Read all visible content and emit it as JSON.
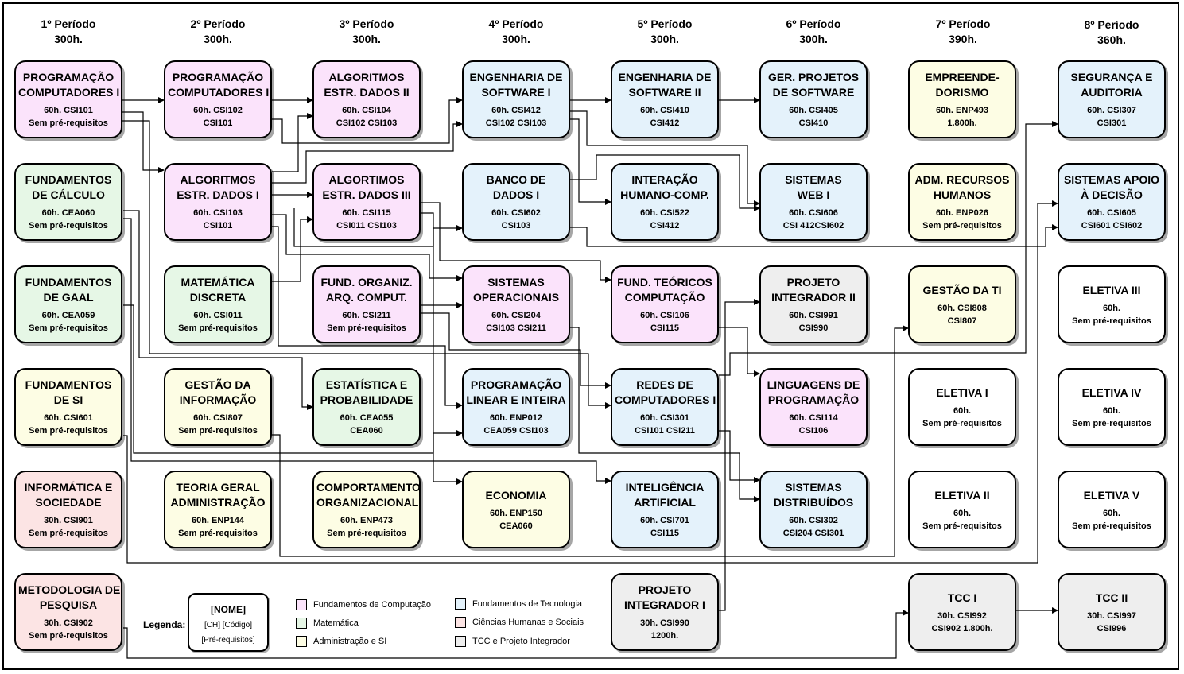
{
  "colors": {
    "comp": "#fbe3fb",
    "mat": "#e6f7e6",
    "adm": "#fdfde4",
    "tec": "#e4f2fb",
    "hum": "#fce4e4",
    "tcc": "#eeeeee",
    "ele": "#ffffff"
  },
  "periods": [
    {
      "label": "1º Período",
      "hours": "300h."
    },
    {
      "label": "2º Período",
      "hours": "300h."
    },
    {
      "label": "3º Período",
      "hours": "300h."
    },
    {
      "label": "4º Período",
      "hours": "300h."
    },
    {
      "label": "5º Período",
      "hours": "300h."
    },
    {
      "label": "6º Período",
      "hours": "300h."
    },
    {
      "label": "7º Período",
      "hours": "390h."
    },
    {
      "label": "8º Período",
      "hours": "360h."
    }
  ],
  "courses": {
    "prog1": {
      "name1": "PROGRAMAÇÃO",
      "name2": "COMPUTADORES I",
      "info1": "60h. CSI101",
      "info2": "Sem pré-requisitos",
      "cat": "comp"
    },
    "fcalc": {
      "name1": "FUNDAMENTOS",
      "name2": "DE CÁLCULO",
      "info1": "60h. CEA060",
      "info2": "Sem pré-requisitos",
      "cat": "mat"
    },
    "fgaal": {
      "name1": "FUNDAMENTOS",
      "name2": "DE GAAL",
      "info1": "60h. CEA059",
      "info2": "Sem pré-requisitos",
      "cat": "mat"
    },
    "fsi": {
      "name1": "FUNDAMENTOS",
      "name2": "DE SI",
      "info1": "60h. CSI601",
      "info2": "Sem pré-requisitos",
      "cat": "adm"
    },
    "infsoc": {
      "name1": "INFORMÁTICA E",
      "name2": "SOCIEDADE",
      "info1": "30h. CSI901",
      "info2": "Sem pré-requisitos",
      "cat": "hum"
    },
    "metpesq": {
      "name1": "METODOLOGIA DE",
      "name2": "PESQUISA",
      "info1": "30h. CSI902",
      "info2": "Sem pré-requisitos",
      "cat": "hum"
    },
    "prog2": {
      "name1": "PROGRAMAÇÃO",
      "name2": "COMPUTADORES II",
      "info1": "60h. CSI102",
      "info2": "CSI101",
      "cat": "comp"
    },
    "aed1": {
      "name1": "ALGORITMOS",
      "name2": "ESTR. DADOS I",
      "info1": "60h. CSI103",
      "info2": "CSI101",
      "cat": "comp"
    },
    "matdisc": {
      "name1": "MATEMÁTICA",
      "name2": "DISCRETA",
      "info1": "60h. CSI011",
      "info2": "Sem pré-requisitos",
      "cat": "mat"
    },
    "gestinf": {
      "name1": "GESTÃO DA",
      "name2": "INFORMAÇÃO",
      "info1": "60h. CSI807",
      "info2": "Sem pré-requisitos",
      "cat": "adm"
    },
    "tga": {
      "name1": "TEORIA GERAL",
      "name2": "ADMINISTRAÇÃO",
      "info1": "60h. ENP144",
      "info2": "Sem pré-requisitos",
      "cat": "adm"
    },
    "aed2": {
      "name1": "ALGORITMOS",
      "name2": "ESTR. DADOS II",
      "info1": "60h. CSI104",
      "info2": "CSI102 CSI103",
      "cat": "comp"
    },
    "aed3": {
      "name1": "ALGORTIMOS",
      "name2": "ESTR. DADOS III",
      "info1": "60h. CSI115",
      "info2": "CSI011 CSI103",
      "cat": "comp"
    },
    "foac": {
      "name1": "FUND. ORGANIZ.",
      "name2": "ARQ. COMPUT.",
      "info1": "60h. CSI211",
      "info2": "Sem pré-requisitos",
      "cat": "comp"
    },
    "estprob": {
      "name1": "ESTATÍSTICA E",
      "name2": "PROBABILIDADE",
      "info1": "60h. CEA055",
      "info2": "CEA060",
      "cat": "mat"
    },
    "comporg": {
      "name1": "COMPORTAMENTO",
      "name2": "ORGANIZACIONAL",
      "info1": "60h. ENP473",
      "info2": "Sem pré-requisitos",
      "cat": "adm"
    },
    "engsw1": {
      "name1": "ENGENHARIA DE",
      "name2": "SOFTWARE I",
      "info1": "60h. CSI412",
      "info2": "CSI102 CSI103",
      "cat": "tec"
    },
    "bd1": {
      "name1": "BANCO DE",
      "name2": "DADOS I",
      "info1": "60h. CSI602",
      "info2": "CSI103",
      "cat": "tec"
    },
    "so": {
      "name1": "SISTEMAS",
      "name2": "OPERACIONAIS",
      "info1": "60h. CSI204",
      "info2": "CSI103 CSI211",
      "cat": "comp"
    },
    "pli": {
      "name1": "PROGRAMAÇÃO",
      "name2": "LINEAR E INTEIRA",
      "info1": "60h. ENP012",
      "info2": "CEA059 CSI103",
      "cat": "tec"
    },
    "econ": {
      "name1": "ECONOMIA",
      "name2": "",
      "info1": "60h. ENP150",
      "info2": "CEA060",
      "cat": "adm"
    },
    "engsw2": {
      "name1": "ENGENHARIA DE",
      "name2": "SOFTWARE II",
      "info1": "60h. CSI410",
      "info2": "CSI412",
      "cat": "tec"
    },
    "ihc": {
      "name1": "INTERAÇÃO",
      "name2": "HUMANO-COMP.",
      "info1": "60h. CSI522",
      "info2": "CSI412",
      "cat": "tec"
    },
    "ftc": {
      "name1": "FUND. TEÓRICOS",
      "name2": "COMPUTAÇÃO",
      "info1": "60h. CSI106",
      "info2": "CSI115",
      "cat": "comp"
    },
    "redes": {
      "name1": "REDES DE",
      "name2": "COMPUTADORES I",
      "info1": "60h. CSI301",
      "info2": "CSI101 CSI211",
      "cat": "tec"
    },
    "ia": {
      "name1": "INTELIGÊNCIA",
      "name2": "ARTIFICIAL",
      "info1": "60h. CSI701",
      "info2": "CSI115",
      "cat": "tec"
    },
    "pi1": {
      "name1": "PROJETO",
      "name2": "INTEGRADOR I",
      "info1": "30h. CSI990",
      "info2": "1200h.",
      "cat": "tcc"
    },
    "gps": {
      "name1": "GER. PROJETOS",
      "name2": "DE SOFTWARE",
      "info1": "60h. CSI405",
      "info2": "CSI410",
      "cat": "tec"
    },
    "web1": {
      "name1": "SISTEMAS",
      "name2": "WEB I",
      "info1": "60h. CSI606",
      "info2": "CSI 412CSI602",
      "cat": "tec"
    },
    "pi2": {
      "name1": "PROJETO",
      "name2": "INTEGRADOR II",
      "info1": "60h. CSI991",
      "info2": "CSI990",
      "cat": "tcc"
    },
    "lp": {
      "name1": "LINGUAGENS DE",
      "name2": "PROGRAMAÇÃO",
      "info1": "60h. CSI114",
      "info2": "CSI106",
      "cat": "comp"
    },
    "sd": {
      "name1": "SISTEMAS",
      "name2": "DISTRIBUÍDOS",
      "info1": "60h. CSI302",
      "info2": "CSI204 CSI301",
      "cat": "tec"
    },
    "empre": {
      "name1": "EMPREENDE-",
      "name2": "DORISMO",
      "info1": "60h. ENP493",
      "info2": "1.800h.",
      "cat": "adm"
    },
    "adm": {
      "name1": "ADM. RECURSOS",
      "name2": "HUMANOS",
      "info1": "60h. ENP026",
      "info2": "Sem pré-requisitos",
      "cat": "adm"
    },
    "gti": {
      "name1": "GESTÃO DA TI",
      "name2": "",
      "info1": "60h. CSI808",
      "info2": "CSI807",
      "cat": "adm"
    },
    "elet1": {
      "name1": "ELETIVA I",
      "name2": "",
      "info1": "60h.",
      "info2": "Sem pré-requisitos",
      "cat": "ele"
    },
    "elet2": {
      "name1": "ELETIVA II",
      "name2": "",
      "info1": "60h.",
      "info2": "Sem pré-requisitos",
      "cat": "ele"
    },
    "tcc1": {
      "name1": "TCC I",
      "name2": "",
      "info1": "30h. CSI992",
      "info2": "CSI902 1.800h.",
      "cat": "tcc"
    },
    "seg": {
      "name1": "SEGURANÇA E",
      "name2": "AUDITORIA",
      "info1": "60h. CSI307",
      "info2": "CSI301",
      "cat": "tec"
    },
    "sad": {
      "name1": "SISTEMAS APOIO",
      "name2": "À DECISÃO",
      "info1": "60h. CSI605",
      "info2": "CSI601 CSI602",
      "cat": "tec"
    },
    "elet3": {
      "name1": "ELETIVA III",
      "name2": "",
      "info1": "60h.",
      "info2": "Sem pré-requisitos",
      "cat": "ele"
    },
    "elet4": {
      "name1": "ELETIVA IV",
      "name2": "",
      "info1": "60h.",
      "info2": "Sem pré-requisitos",
      "cat": "ele"
    },
    "elet5": {
      "name1": "ELETIVA V",
      "name2": "",
      "info1": "60h.",
      "info2": "Sem pré-requisitos",
      "cat": "ele"
    },
    "tcc2": {
      "name1": "TCC II",
      "name2": "",
      "info1": "30h. CSI997",
      "info2": "CSI996",
      "cat": "tcc"
    }
  },
  "legend": {
    "title": "Legenda:",
    "box_name": "[NOME]",
    "box_line1": "[CH] [Código]",
    "box_line2": "[Pré-requisitos]",
    "items": [
      {
        "label": "Fundamentos de Computação",
        "color": "#fbe3fb"
      },
      {
        "label": "Matemática",
        "color": "#e6f7e6"
      },
      {
        "label": "Administração e SI",
        "color": "#fdfde4"
      },
      {
        "label": "Fundamentos de Tecnologia",
        "color": "#e4f2fb"
      },
      {
        "label": "Ciências Humanas e Sociais",
        "color": "#fce4e4"
      },
      {
        "label": "TCC e Projeto Integrador",
        "color": "#eeeeee"
      }
    ]
  }
}
